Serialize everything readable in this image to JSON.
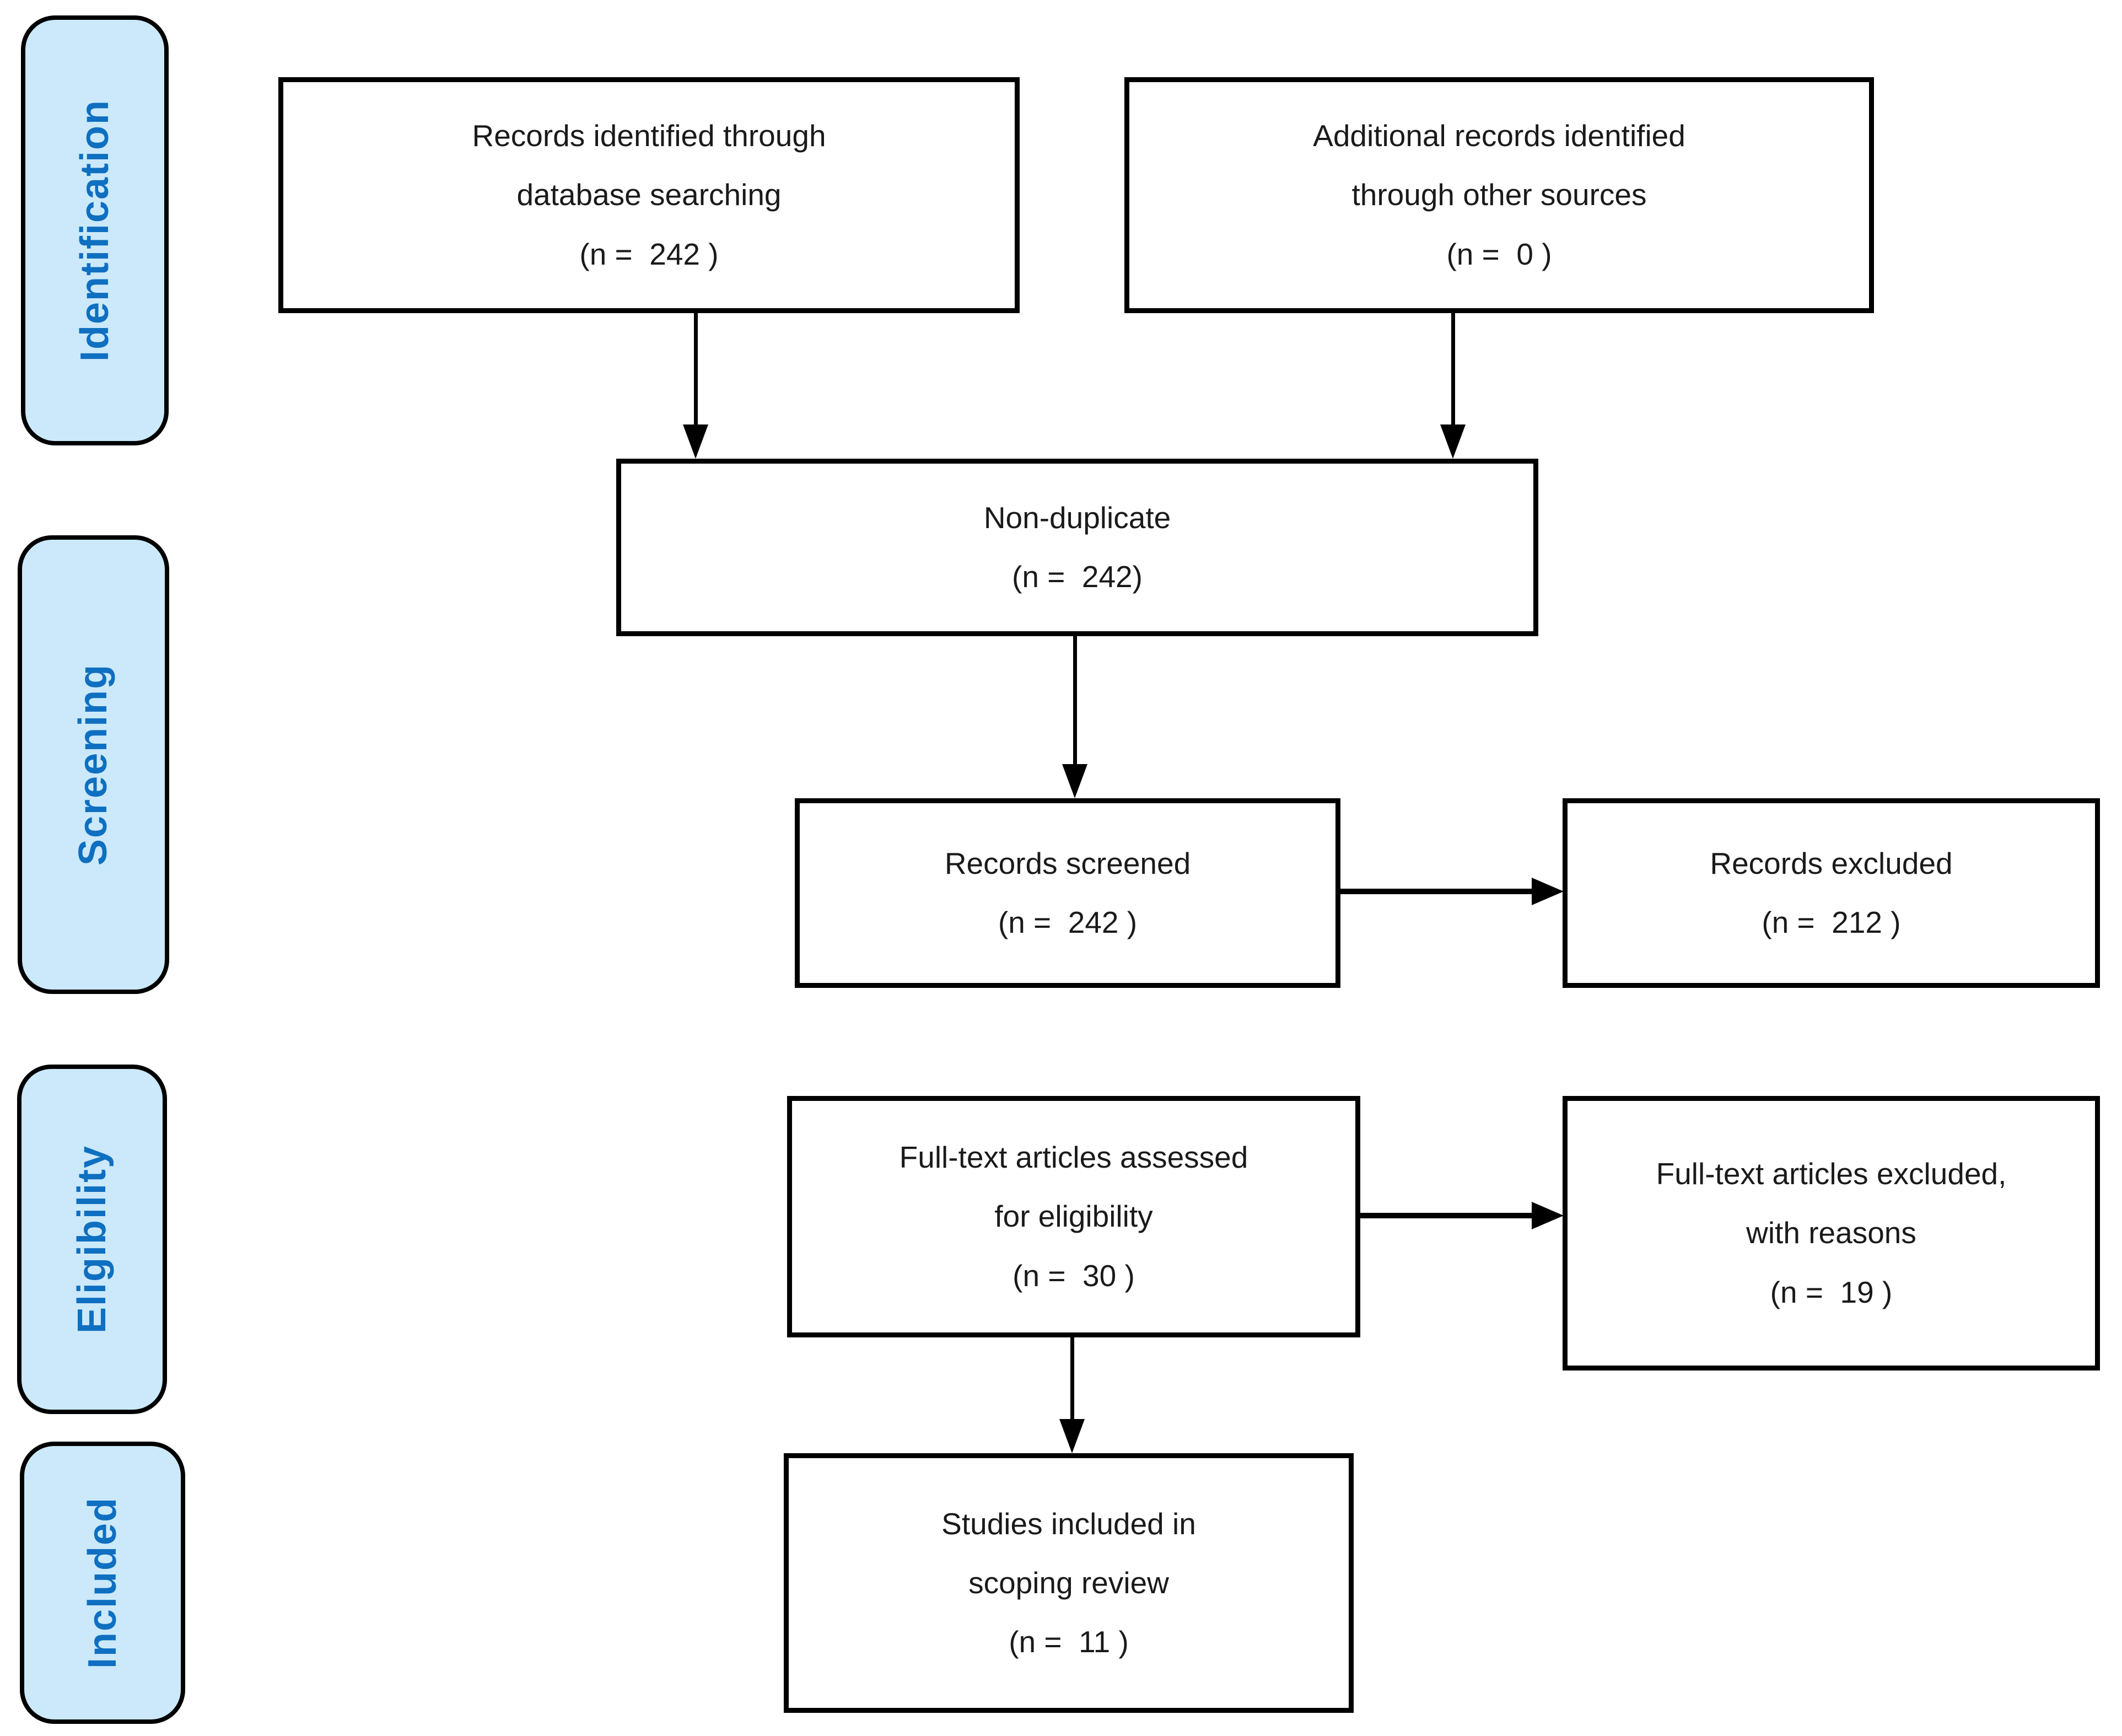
{
  "colors": {
    "stage_fill": "#CBE9FB",
    "stage_text": "#0F6FC0",
    "line": "#000000",
    "box_fill": "#FFFFFF",
    "box_text": "#1A1A1A"
  },
  "stages": [
    {
      "label": "Identification"
    },
    {
      "label": "Screening"
    },
    {
      "label": "Eligibility"
    },
    {
      "label": "Included"
    }
  ],
  "boxes": {
    "records_identified": {
      "lines": [
        "Records identified through",
        "database searching",
        "(n =  242 )"
      ]
    },
    "additional_records": {
      "lines": [
        "Additional records identified",
        "through other sources",
        "(n =  0 )"
      ]
    },
    "non_duplicate": {
      "lines": [
        "Non-duplicate",
        "(n =  242)"
      ]
    },
    "records_screened": {
      "lines": [
        "Records screened",
        "(n =  242 )"
      ]
    },
    "records_excluded": {
      "lines": [
        "Records excluded",
        "(n =  212 )"
      ]
    },
    "fulltext_assessed": {
      "lines": [
        "Full-text articles assessed",
        "for eligibility",
        "(n =  30 )"
      ]
    },
    "fulltext_excluded": {
      "lines": [
        "Full-text articles excluded,",
        "with reasons",
        "(n =  19 )"
      ]
    },
    "studies_included": {
      "lines": [
        "Studies included in",
        "scoping review",
        "(n =  11 )"
      ]
    }
  }
}
